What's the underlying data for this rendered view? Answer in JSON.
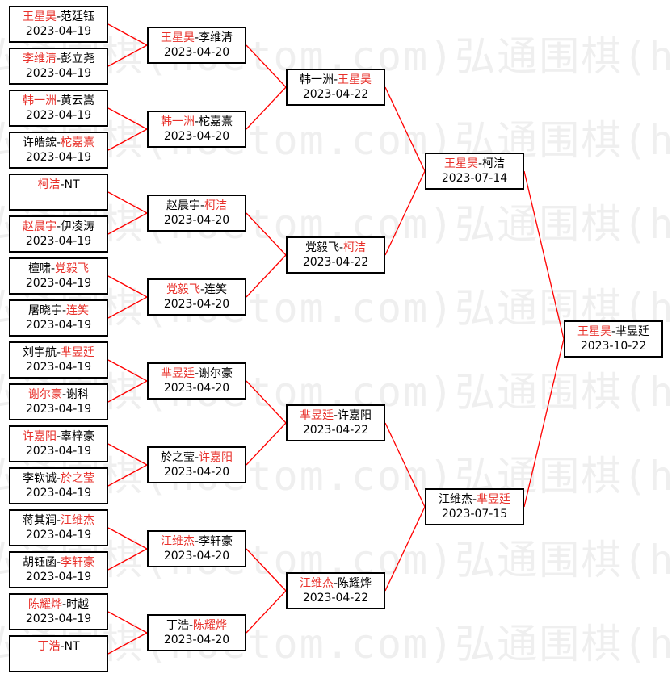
{
  "watermark_text": "弘通围棋(hoetom.com)弘通围棋(hoetom.com)",
  "colors": {
    "winner": "#e8302a",
    "loser": "#000000",
    "connector": "#ff0000",
    "border": "#000000"
  },
  "rounds": [
    {
      "name": "round-1",
      "matches": [
        {
          "p1": "王星昊",
          "p2": "范廷钰",
          "winner": 1,
          "date": "2023-04-19"
        },
        {
          "p1": "李维清",
          "p2": "彭立尧",
          "winner": 1,
          "date": "2023-04-19"
        },
        {
          "p1": "韩一洲",
          "p2": "黄云嵩",
          "winner": 1,
          "date": "2023-04-19"
        },
        {
          "p1": "许皓鋐",
          "p2": "柁嘉熹",
          "winner": 2,
          "date": "2023-04-19"
        },
        {
          "p1": "柯洁",
          "p2": "NT",
          "winner": 1,
          "date": ""
        },
        {
          "p1": "赵晨宇",
          "p2": "伊凌涛",
          "winner": 1,
          "date": "2023-04-19"
        },
        {
          "p1": "檀啸",
          "p2": "党毅飞",
          "winner": 2,
          "date": "2023-04-19"
        },
        {
          "p1": "屠晓宇",
          "p2": "连笑",
          "winner": 2,
          "date": "2023-04-19"
        },
        {
          "p1": "刘宇航",
          "p2": "芈昱廷",
          "winner": 2,
          "date": "2023-04-19"
        },
        {
          "p1": "谢尔豪",
          "p2": "谢科",
          "winner": 1,
          "date": "2023-04-19"
        },
        {
          "p1": "许嘉阳",
          "p2": "辜梓豪",
          "winner": 1,
          "date": "2023-04-19"
        },
        {
          "p1": "李钦诚",
          "p2": "於之莹",
          "winner": 2,
          "date": "2023-04-19"
        },
        {
          "p1": "蒋其润",
          "p2": "江维杰",
          "winner": 2,
          "date": "2023-04-19"
        },
        {
          "p1": "胡钰函",
          "p2": "李轩豪",
          "winner": 2,
          "date": "2023-04-19"
        },
        {
          "p1": "陈耀烨",
          "p2": "时越",
          "winner": 1,
          "date": "2023-04-19"
        },
        {
          "p1": "丁浩",
          "p2": "NT",
          "winner": 1,
          "date": ""
        }
      ]
    },
    {
      "name": "round-2",
      "matches": [
        {
          "p1": "王星昊",
          "p2": "李维清",
          "winner": 1,
          "date": "2023-04-20"
        },
        {
          "p1": "韩一洲",
          "p2": "柁嘉熹",
          "winner": 1,
          "date": "2023-04-20"
        },
        {
          "p1": "赵晨宇",
          "p2": "柯洁",
          "winner": 2,
          "date": "2023-04-20"
        },
        {
          "p1": "党毅飞",
          "p2": "连笑",
          "winner": 1,
          "date": "2023-04-20"
        },
        {
          "p1": "芈昱廷",
          "p2": "谢尔豪",
          "winner": 1,
          "date": "2023-04-20"
        },
        {
          "p1": "於之莹",
          "p2": "许嘉阳",
          "winner": 2,
          "date": "2023-04-20"
        },
        {
          "p1": "江维杰",
          "p2": "李轩豪",
          "winner": 1,
          "date": "2023-04-20"
        },
        {
          "p1": "丁浩",
          "p2": "陈耀烨",
          "winner": 2,
          "date": "2023-04-20"
        }
      ]
    },
    {
      "name": "round-3",
      "matches": [
        {
          "p1": "韩一洲",
          "p2": "王星昊",
          "winner": 2,
          "date": "2023-04-22"
        },
        {
          "p1": "党毅飞",
          "p2": "柯洁",
          "winner": 2,
          "date": "2023-04-22"
        },
        {
          "p1": "芈昱廷",
          "p2": "许嘉阳",
          "winner": 1,
          "date": "2023-04-22"
        },
        {
          "p1": "江维杰",
          "p2": "陈耀烨",
          "winner": 1,
          "date": "2023-04-22"
        }
      ]
    },
    {
      "name": "round-4",
      "matches": [
        {
          "p1": "王星昊",
          "p2": "柯洁",
          "winner": 1,
          "date": "2023-07-14"
        },
        {
          "p1": "江维杰",
          "p2": "芈昱廷",
          "winner": 2,
          "date": "2023-07-15"
        }
      ]
    },
    {
      "name": "final",
      "matches": [
        {
          "p1": "王星昊",
          "p2": "芈昱廷",
          "winner": 1,
          "date": "2023-10-22"
        }
      ]
    }
  ]
}
